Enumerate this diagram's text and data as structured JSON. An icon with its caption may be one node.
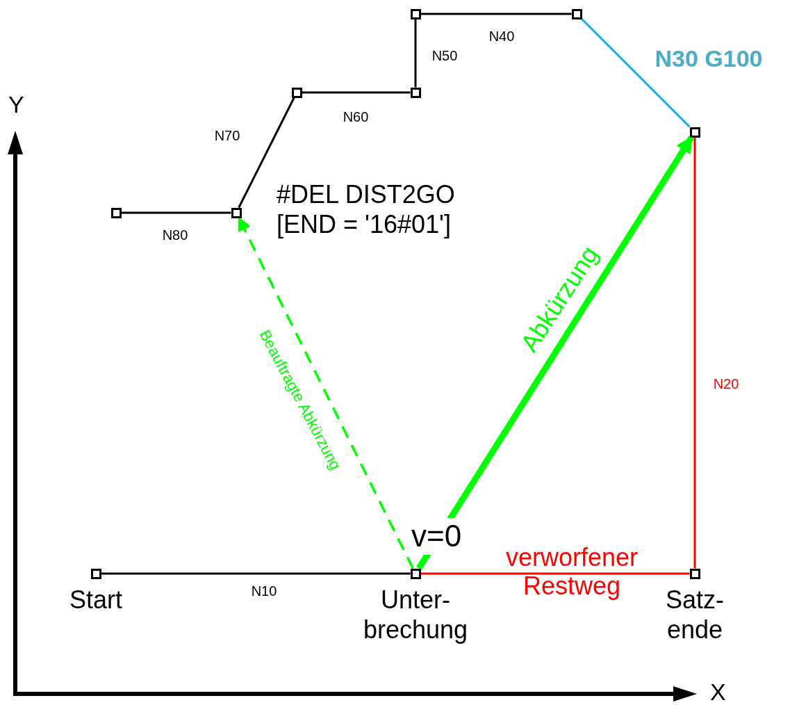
{
  "diagram": {
    "nodes": [
      {
        "text": [
          "Start"
        ]
      },
      {
        "text": [
          "Unter- brechung"
        ],
        "beside": [
          "v=0"
        ]
      },
      {
        "text": [
          "Satz- ende"
        ]
      },
      {
        "text": [],
        "shape": "box"
      },
      {
        "text": [],
        "shape": "box"
      },
      {
        "text": [],
        "shape": "box"
      },
      {
        "text": [],
        "shape": "box"
      },
      {
        "text": [],
        "shape": "box"
      },
      {
        "text": [],
        "shape": "box"
      },
      {
        "text": [],
        "shape": "box"
      }
    ],
    "edges": [
      {
        "from": 0,
        "to": 1,
        "arrow": "none",
        "label": "N10"
      },
      {
        "from": 1,
        "to": 2,
        "arrow": "none",
        "label": "verworfener Restweg",
        "color": "#ff0000"
      },
      {
        "from": 2,
        "to": 3,
        "arrow": "none",
        "label": "N20",
        "color": "#ff0000"
      },
      {
        "from": 3,
        "to": 4,
        "arrow": "none",
        "label": "N30 G100",
        "color": "#00b0f0"
      },
      {
        "from": 4,
        "to": 5,
        "arrow": "none",
        "label": "N40"
      },
      {
        "from": 5,
        "to": 6,
        "arrow": "none",
        "label": "N50"
      },
      {
        "from": 6,
        "to": 7,
        "arrow": "none",
        "label": "N60"
      },
      {
        "from": 7,
        "to": 8,
        "arrow": "none",
        "label": "N70"
      },
      {
        "from": 8,
        "to": 9,
        "arrow": "none",
        "label": "N80"
      },
      {
        "from": 1,
        "to": 3,
        "arrow": "to",
        "label": "Abkürzung",
        "style": "thick",
        "color": "#00ff00"
      },
      {
        "from": 1,
        "to": 8,
        "arrow": "to",
        "label": "Beauftragte Abkürzung",
        "style": "dashed",
        "color": "#00ff00"
      }
    ],
    "labels": [
      "Y",
      "#DEL DIST2GO [END = '16#01']",
      "X"
    ]
  }
}
